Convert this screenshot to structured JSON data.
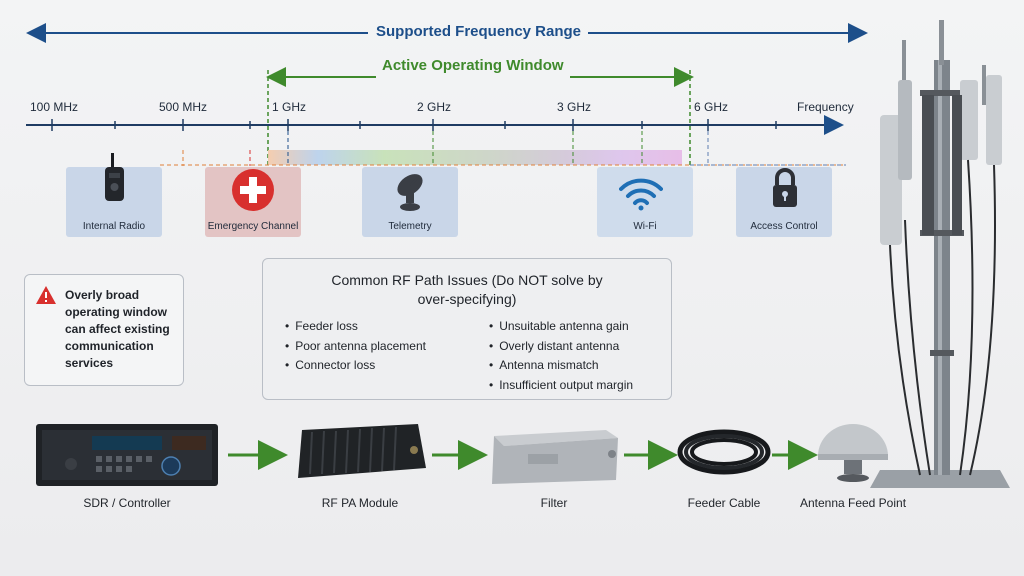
{
  "header": {
    "supported_range": "Supported Frequency Range",
    "active_window": "Active Operating Window"
  },
  "axis": {
    "ticks": [
      "100 MHz",
      "500 MHz",
      "1 GHz",
      "2 GHz",
      "3 GHz",
      "6 GHz"
    ],
    "label": "Frequency"
  },
  "services": [
    {
      "label": "Internal Radio",
      "icon": "handheld-radio-icon",
      "color": "#c9d6e8"
    },
    {
      "label": "Emergency Channel",
      "icon": "red-cross-icon",
      "color": "#e3c4c4"
    },
    {
      "label": "Telemetry",
      "icon": "satellite-dish-icon",
      "color": "#c9d6e8"
    },
    {
      "label": "Wi-Fi",
      "icon": "wifi-icon",
      "color": "#c9d6e8"
    },
    {
      "label": "Access Control",
      "icon": "padlock-icon",
      "color": "#c9d6e8"
    }
  ],
  "warning": {
    "text": "Overly broad operating window can affect existing communication services",
    "icon": "warning-triangle-icon"
  },
  "issues": {
    "title": "Common RF Path Issues (Do NOT solve by over-specifying)",
    "left": [
      "Feeder loss",
      "Poor antenna placement",
      "Connector loss"
    ],
    "right": [
      "Unsuitable antenna gain",
      "Overly distant antenna",
      "Antenna mismatch",
      "Insufficient output margin"
    ]
  },
  "chain": [
    {
      "label": "SDR / Controller",
      "icon": "sdr-controller-icon"
    },
    {
      "label": "RF PA Module",
      "icon": "pa-module-icon"
    },
    {
      "label": "Filter",
      "icon": "filter-box-icon"
    },
    {
      "label": "Feeder Cable",
      "icon": "coiled-cable-icon"
    },
    {
      "label": "Antenna Feed Point",
      "icon": "dome-antenna-icon"
    }
  ],
  "colors": {
    "supported_arrow": "#1d4f8a",
    "active_window": "#3f8a2c",
    "emergency": "#d8302e",
    "wifi": "#1f6fb5"
  }
}
